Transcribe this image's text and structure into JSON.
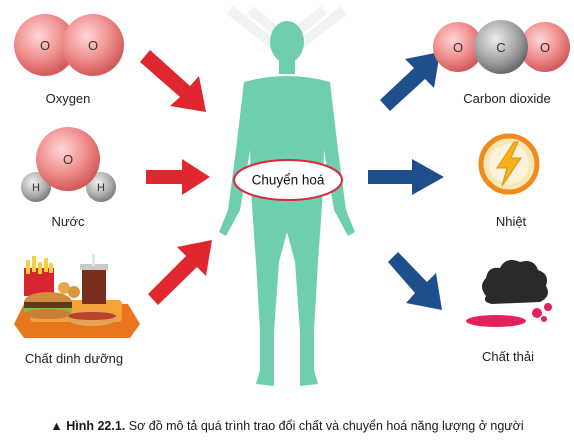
{
  "inputs": {
    "oxygen": "Oxygen",
    "water": "Nước",
    "nutrients": "Chất dinh dưỡng",
    "oxygen_atom": "O",
    "hydrogen_atom": "H"
  },
  "center": {
    "label": "Chuyển hoá"
  },
  "outputs": {
    "co2": "Carbon dioxide",
    "heat": "Nhiệt",
    "waste": "Chất thải",
    "carbon_atom": "C"
  },
  "caption": {
    "prefix": "▲",
    "figure": "Hình 22.1.",
    "text": "Sơ đồ mô tả quá trình trao đổi chất và chuyển hoá năng lượng ở người"
  },
  "colors": {
    "body": "#6fcfad",
    "arrow_in": "#e0262e",
    "arrow_out": "#1f4e8c",
    "oxygen_atom": "#ef8a8a",
    "hydrogen_atom": "#a9a9a9",
    "heat": "#f7b21a",
    "waste": "#2a2a2a",
    "waste_drop": "#e6205a"
  }
}
